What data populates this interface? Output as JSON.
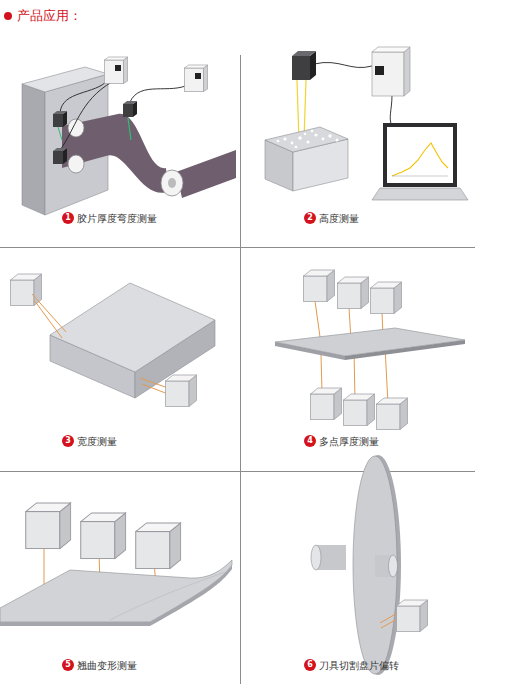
{
  "diagram": {
    "title": "产品应用：",
    "labels": [
      "1",
      "胶片厚度弯度测量",
      "2",
      "高度测量",
      "3",
      "宽度测量",
      "4",
      "多点厚度测量",
      "5",
      "翘曲变形测量",
      "6",
      "刀具切割盘片偏转"
    ]
  }
}
